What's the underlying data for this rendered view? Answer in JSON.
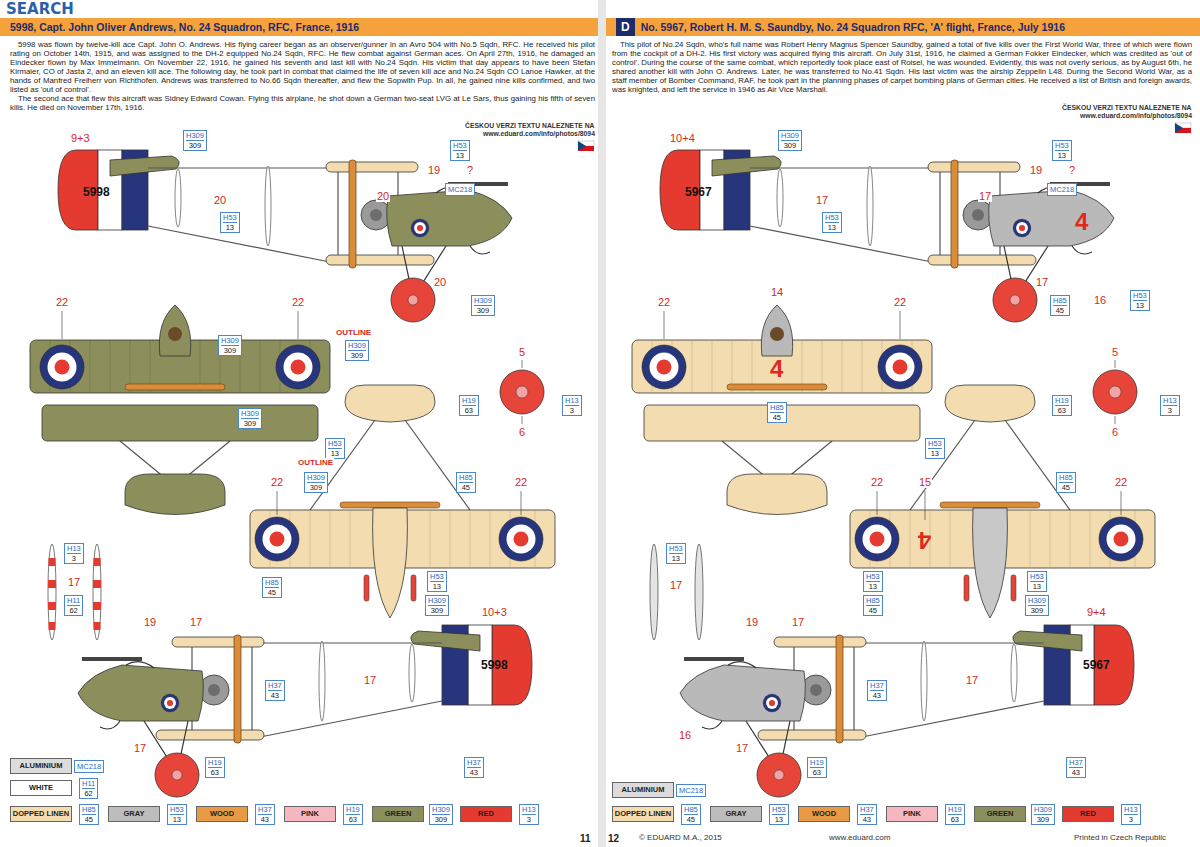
{
  "diagram": {
    "nodes": [
      {
        "text": [
          "5998, Capt. John Oliver Andrews, No. 24 Squadron, RFC, France, 1916"
        ]
      },
      {
        "text": [
          "H309",
          "309"
        ]
      },
      {
        "text": [
          "H53",
          "13"
        ]
      },
      {
        "text": [
          "MC218"
        ]
      },
      {
        "text": [
          "H53",
          "13"
        ]
      },
      {
        "text": [
          "H309",
          "309"
        ]
      },
      {
        "text": [
          "H309",
          "309"
        ]
      },
      {
        "text": [
          "H309",
          "309"
        ]
      },
      {
        "text": [
          "H19",
          "63"
        ]
      },
      {
        "text": [
          "H13",
          "3"
        ]
      },
      {
        "text": [
          "H309",
          "309"
        ]
      },
      {
        "text": [
          "H53",
          "13"
        ]
      },
      {
        "text": [
          "H309",
          "309"
        ]
      },
      {
        "text": [
          "H85",
          "45"
        ]
      },
      {
        "text": [
          "H13",
          "3"
        ]
      },
      {
        "text": [
          "H11",
          "62"
        ]
      },
      {
        "text": [
          "H85",
          "45"
        ]
      },
      {
        "text": [
          "H53",
          "13"
        ]
      },
      {
        "text": [
          "H309",
          "309"
        ]
      },
      {
        "text": [
          "H37",
          "43"
        ]
      },
      {
        "text": [
          "H19",
          "63"
        ]
      },
      {
        "text": [
          "H37",
          "43"
        ]
      },
      {
        "text": [
          "MC218"
        ]
      },
      {
        "text": [
          "H11",
          "62"
        ]
      },
      {
        "text": [
          "H85",
          "45"
        ]
      },
      {
        "text": [
          "H53",
          "13"
        ]
      },
      {
        "text": [
          "H37",
          "43"
        ]
      },
      {
        "text": [
          "H19",
          "63"
        ]
      },
      {
        "text": [
          "H309",
          "309"
        ]
      },
      {
        "text": [
          "H13",
          "3"
        ]
      },
      {
        "text": [
          "D",
          "No. 5967, Robert H. M. S. Saundby, No. 24 Squadron RFC, 'A' flight, France, July 1916"
        ]
      },
      {
        "text": [
          "H309",
          "309"
        ]
      },
      {
        "text": [
          "H53",
          "13"
        ]
      },
      {
        "text": [
          "MC218"
        ]
      },
      {
        "text": [
          "H53",
          "13"
        ]
      },
      {
        "text": [
          "H85",
          "45"
        ]
      },
      {
        "text": [
          "H53",
          "13"
        ]
      },
      {
        "text": [
          "H85",
          "45"
        ]
      },
      {
        "text": [
          "H19",
          "63"
        ]
      },
      {
        "text": [
          "H13",
          "3"
        ]
      },
      {
        "text": [
          "H53",
          "13"
        ]
      },
      {
        "text": [
          "H85",
          "45"
        ]
      },
      {
        "text": [
          "H53",
          "13"
        ]
      },
      {
        "text": [
          "H53",
          "13"
        ]
      },
      {
        "text": [
          "H85",
          "45"
        ]
      },
      {
        "text": [
          "H53",
          "13"
        ]
      },
      {
        "text": [
          "H309",
          "309"
        ]
      },
      {
        "text": [
          "H37",
          "43"
        ]
      },
      {
        "text": [
          "H37",
          "43"
        ]
      },
      {
        "text": [
          "H19",
          "63"
        ]
      },
      {
        "text": [
          "MC218"
        ]
      },
      {
        "text": [
          "H85",
          "45"
        ]
      },
      {
        "text": [
          "H53",
          "13"
        ]
      },
      {
        "text": [
          "H37",
          "43"
        ]
      },
      {
        "text": [
          "H19",
          "63"
        ]
      },
      {
        "text": [
          "H309",
          "309"
        ]
      },
      {
        "text": [
          "H13",
          "3"
        ]
      }
    ],
    "labels": [
      "SEARCH",
      "5998 was flown by twelve-kill ace Capt. John O. Andrews. His flying career began as an observer/gunner in an Avro 504 with No.5 Sqdn, RFC. He received his pilot rating on October 14th, 1915, and was assigned to the DH-2 equipped No.24 Sqdn, RFC. He flew combat against German aces. On April 27th, 1916, he damaged an Eindecker flown by Max Immelmann. On November 22, 1916, he gained his seventh and last kill with No.24 Sqdn. His victim that day appears to have been Stefan Kirmaier, CO of Jasta 2, and an eleven kill ace. The following day, he took part in combat that claimed the life of seven kill ace and No.24 Sqdn CO Lanoe Hawker, at the hands of Manfred Freiherr von Richthofen. Andrews was transferred to No.66 Sqdn thereafter, and flew the Sopwith Pup. In all, he gained nine kills confirmed, and two listed as 'out of control'.",
      "The second ace that flew this aircraft was Sidney Edward Cowan. Flying this airplane, he shot down a German two-seat LVG at Le Sars, thus gaining his fifth of seven kills. He died on November 17th, 1916.",
      "ČESKOU VERZI TEXTU NALEZNETE NA",
      "www.eduard.com/info/photos/8094",
      "9+3",
      "5998",
      "20",
      "20",
      "19",
      "?",
      "20",
      "22",
      "22",
      "OUTLINE",
      "5",
      "6",
      "OUTLINE",
      "22",
      "22",
      "17",
      "19",
      "17",
      "10+3",
      "5998",
      "17",
      "17",
      "11",
      "This pilot of No.24 Sqdn, who's full name was Robert Henry Magnus Spencer Saundby, gained a total of five kills over the First World War, three of which were flown from the cockpit of a DH-2. His first victory was acquired flying this aircraft. On July 31st, 1916, he claimed a German Fokker Eindecker, which was credited as 'out of control'. During the course of the same combat, which reportedly took place east of Roisel, he was wounded. Evidently, this was not overly serious, as by August 6th, he shared another kill with John O. Andrews. Later, he was transferred to No.41 Sqdn. His last victim was the airship Zeppelin L48. During the Second World War, as a staff member of Bomber Command, RAF, he took part in the planning phases of carpet bombing plans of German cities. He received a list of British and foreign awards, was knighted, and left the service in 1946 as Air Vice Marshall.",
      "ČESKOU VERZI TEXTU NALEZNETE NA",
      "www.eduard.com/info/photos/8094",
      "10+4",
      "5967",
      "17",
      "17",
      "19",
      "?",
      "4",
      "17",
      "16",
      "22",
      "14",
      "22",
      "4",
      "5",
      "6",
      "22",
      "15",
      "22",
      "4",
      "17",
      "19",
      "17",
      "9+4",
      "5967",
      "17",
      "16",
      "17",
      "12",
      "© EDUARD M.A., 2015",
      "www.eduard.com",
      "Printed in Czech Republic"
    ],
    "legend": [
      {
        "text": "ALUMINIUM",
        "color": "#dcdcdc"
      },
      {
        "text": "WHITE",
        "color": "#ffffff"
      },
      {
        "text": "DOPPED LINEN",
        "color": "#f3ddb0"
      },
      {
        "text": "GRAY",
        "color": "#bdbdbd"
      },
      {
        "text": "WOOD",
        "color": "#e89a45"
      },
      {
        "text": "PINK",
        "color": "#f6b8c0"
      },
      {
        "text": "GREEN",
        "color": "#8c8f5c"
      },
      {
        "text": "RED",
        "color": "#e53a2f"
      },
      {
        "text": "ALUMINIUM",
        "color": "#dcdcdc"
      },
      {
        "text": "DOPPED LINEN",
        "color": "#f3ddb0"
      },
      {
        "text": "GRAY",
        "color": "#bdbdbd"
      },
      {
        "text": "WOOD",
        "color": "#e89a45"
      },
      {
        "text": "PINK",
        "color": "#f6b8c0"
      },
      {
        "text": "GREEN",
        "color": "#8c8f5c"
      },
      {
        "text": "RED",
        "color": "#e53a2f"
      }
    ]
  }
}
